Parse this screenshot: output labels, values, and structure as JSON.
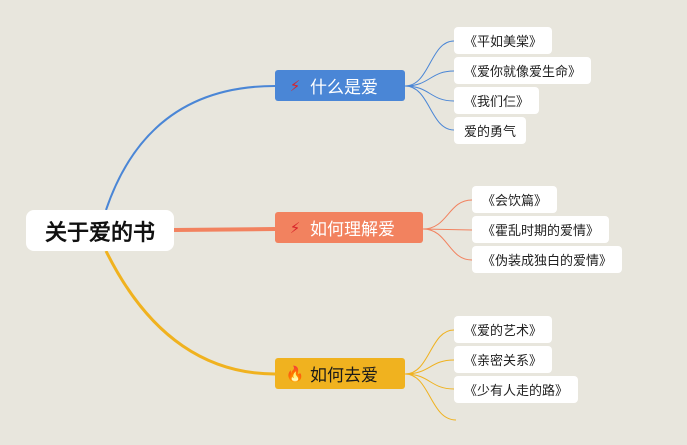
{
  "root": {
    "label": "关于爱的书"
  },
  "branches": [
    {
      "label": "什么是爱",
      "icon": "magic-wand-icon",
      "icon_glyph": "⚡",
      "color": "#4a86d6",
      "leaves": [
        "《平如美棠》",
        "《爱你就像爱生命》",
        "《我们仨》",
        "爱的勇气"
      ]
    },
    {
      "label": "如何理解爱",
      "icon": "magic-wand-icon",
      "icon_glyph": "⚡",
      "color": "#f2825f",
      "leaves": [
        "《会饮篇》",
        "《霍乱时期的爱情》",
        "《伪装成独白的爱情》"
      ]
    },
    {
      "label": "如何去爱",
      "icon": "fire-icon",
      "icon_glyph": "🔥",
      "color": "#f0b21f",
      "leaves": [
        "《爱的艺术》",
        "《亲密关系》",
        "《少有人走的路》",
        ""
      ]
    }
  ]
}
